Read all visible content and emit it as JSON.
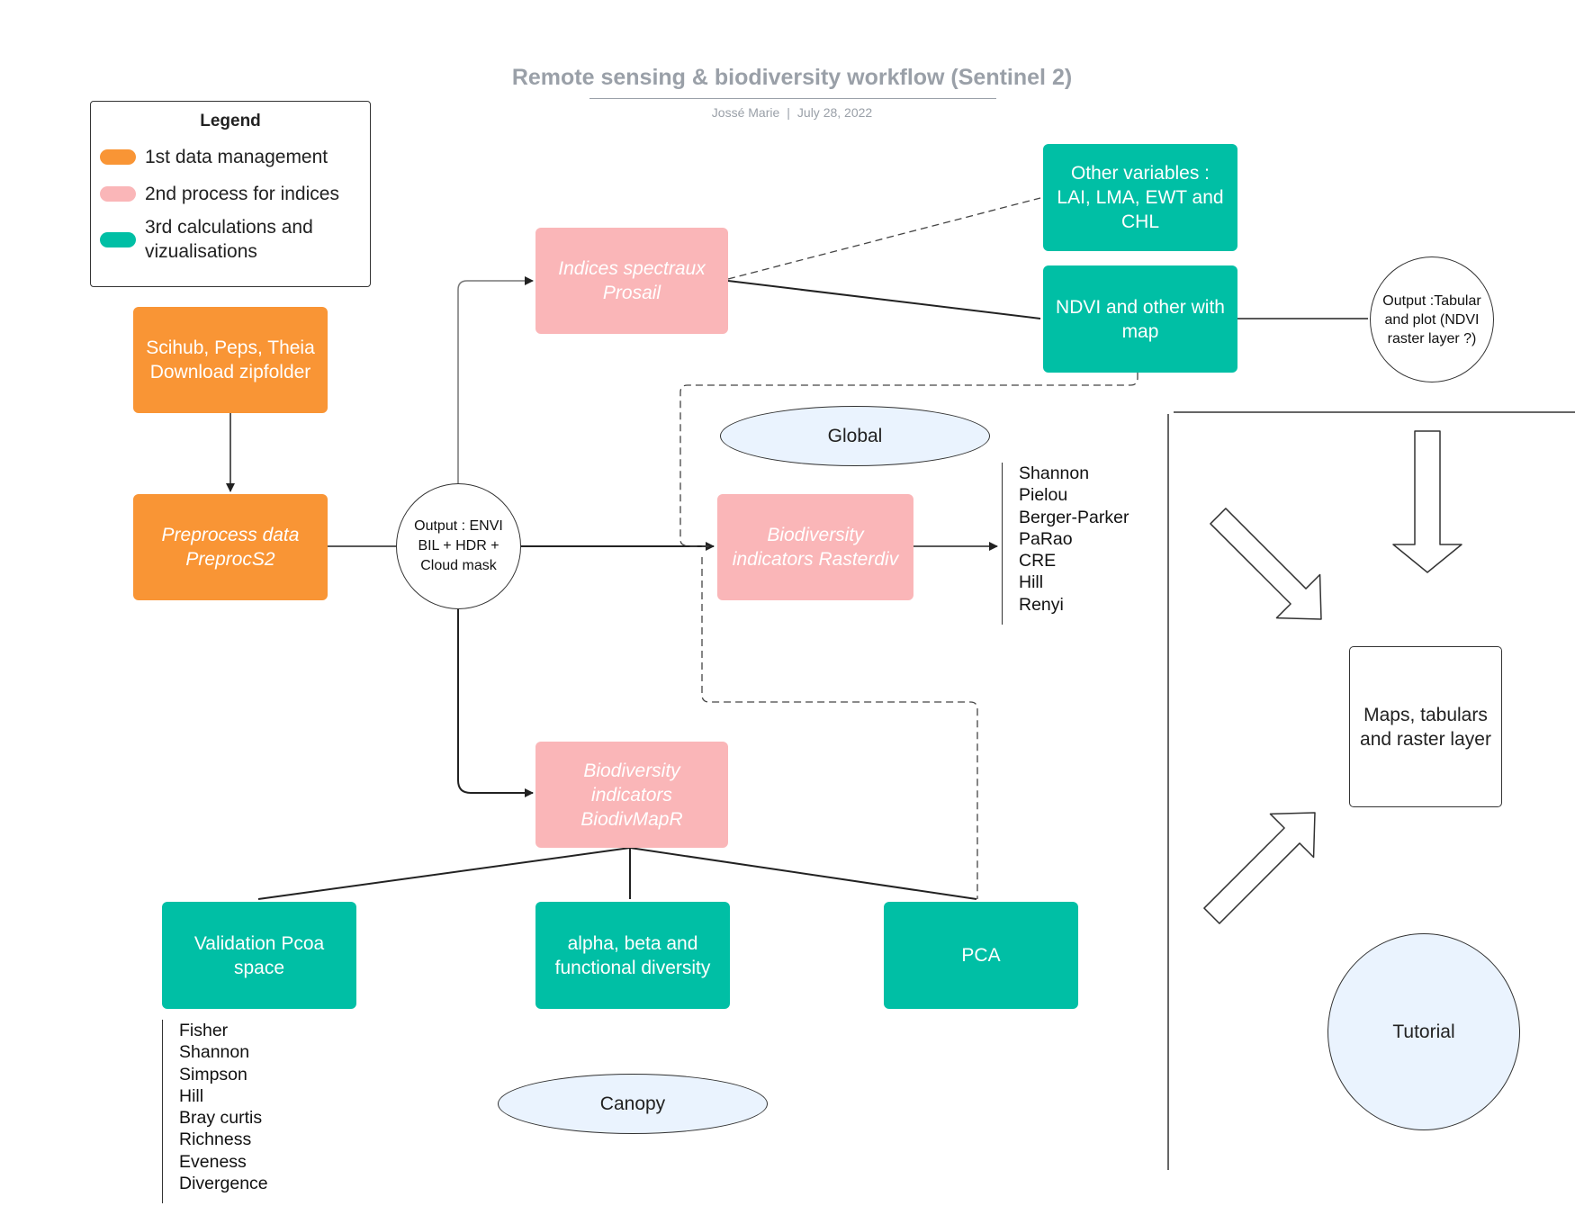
{
  "header": {
    "title": "Remote sensing & biodiversity workflow (Sentinel 2)",
    "author": "Jossé Marie",
    "separator": "|",
    "date": "July 28, 2022"
  },
  "legend": {
    "title": "Legend",
    "items": [
      {
        "label": "1st data management",
        "color": "#f99535"
      },
      {
        "label": "2nd process for indices",
        "color": "#fab6b8"
      },
      {
        "label": "3rd calculations and vizualisations",
        "color": "#00bfa5"
      }
    ]
  },
  "nodes": {
    "download": "Scihub, Peps, Theia Download zipfolder",
    "preprocess": "Preprocess data PreprocS2",
    "output_envi": "Output : ENVI BIL + HDR + Cloud mask",
    "indices": "Indices spectraux Prosail",
    "other_vars": "Other variables : LAI, LMA, EWT and CHL",
    "ndvi": "NDVI and other with map",
    "output_tabular": "Output :Tabular and plot (NDVI raster layer ?)",
    "global": "Global",
    "rasterdiv": "Biodiversity indicators Rasterdiv",
    "biodivmapr": "Biodiversity indicators BiodivMapR",
    "validation": "Validation Pcoa space",
    "alpha_beta": "alpha, beta and functional diversity",
    "pca": "PCA",
    "canopy": "Canopy",
    "maps": "Maps, tabulars and raster layer",
    "tutorial": "Tutorial"
  },
  "rasterdiv_indices": [
    "Shannon",
    "Pielou",
    "Berger-Parker",
    "PaRao",
    "CRE",
    "Hill",
    "Renyi"
  ],
  "validation_indices": [
    "Fisher",
    "Shannon",
    "Simpson",
    "Hill",
    "Bray curtis",
    "Richness",
    "Eveness",
    "Divergence"
  ]
}
